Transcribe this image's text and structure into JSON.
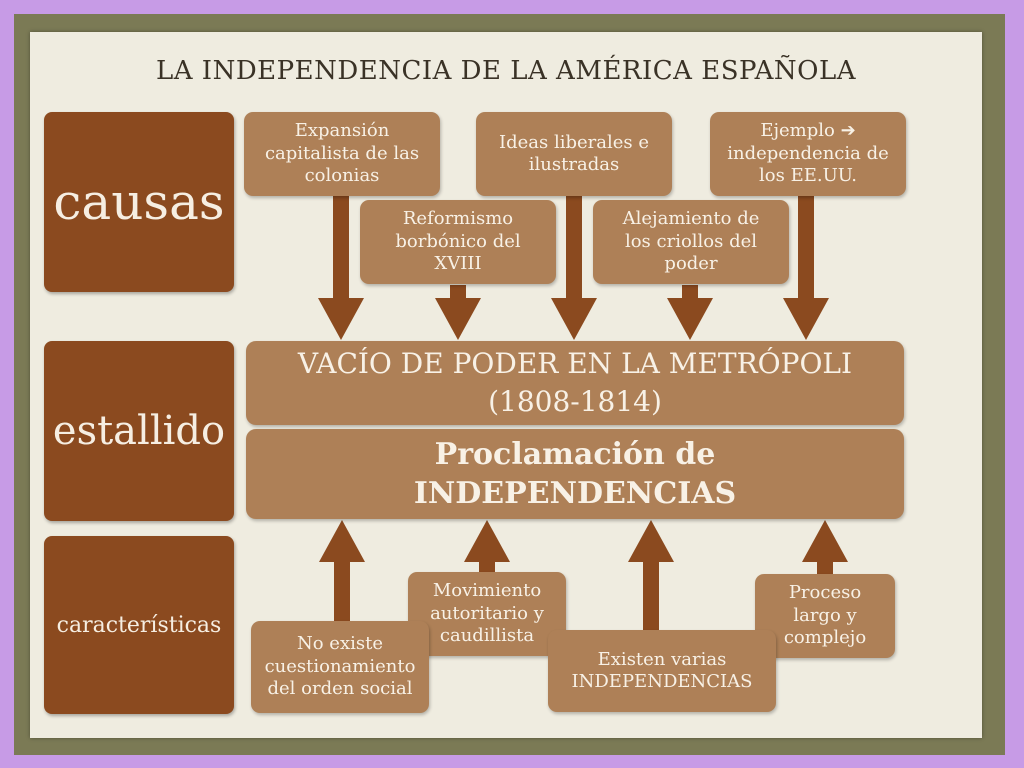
{
  "title": "LA INDEPENDENCIA DE LA AMÉRICA ESPAÑOLA",
  "sections": {
    "causas": "causas",
    "estallido": "estallido",
    "caracteristicas": "características"
  },
  "causes": {
    "expansion": [
      "Expansión",
      "capitalista de las",
      "colonias"
    ],
    "ideas": [
      "Ideas liberales e",
      "ilustradas"
    ],
    "ejemplo": [
      "Ejemplo ➔",
      "independencia de",
      "los EE.UU."
    ],
    "reformismo": [
      "Reformismo",
      "borbónico del",
      "XVIII"
    ],
    "alejamiento": [
      "Alejamiento de",
      "los criollos del",
      "poder"
    ]
  },
  "vacio": [
    "VACÍO DE PODER EN LA METRÓPOLI",
    "(1808-1814)"
  ],
  "proclamacion": [
    "Proclamación de",
    "INDEPENDENCIAS"
  ],
  "features": {
    "no_existe": [
      "No existe",
      "cuestionamiento",
      "del orden social"
    ],
    "movimiento": [
      "Movimiento",
      "autoritario y",
      "caudillista"
    ],
    "existen": [
      "Existen varias",
      "INDEPENDENCIAS"
    ],
    "proceso": [
      "Proceso",
      "largo y",
      "complejo"
    ]
  },
  "colors": {
    "label_bg": "#8b4a1f",
    "box_bg": "#ae8057",
    "arrow": "#8b4a1f",
    "paper": "#efece0",
    "frame": "#7b7a55",
    "border": "#c79be6"
  }
}
